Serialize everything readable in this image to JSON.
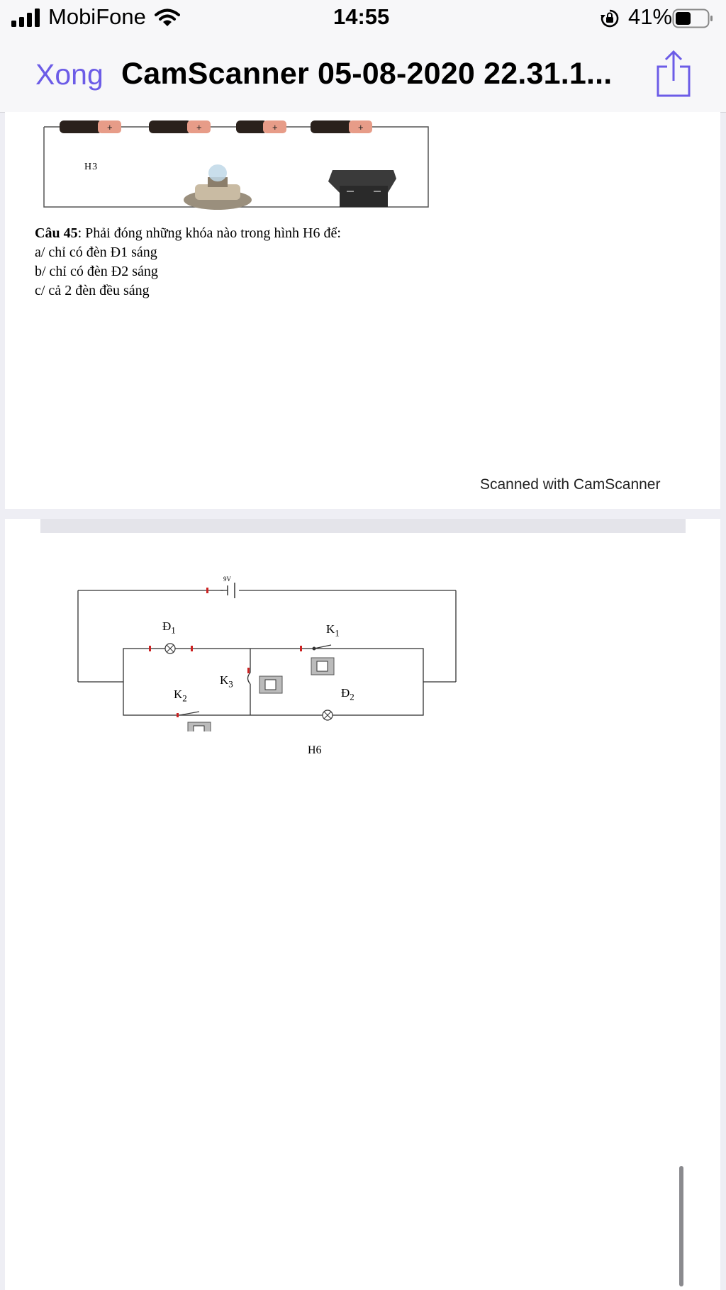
{
  "status_bar": {
    "carrier": "MobiFone",
    "time": "14:55",
    "battery_percent": "41%",
    "icons": [
      "signal-bars-icon",
      "wifi-icon",
      "orientation-lock-icon",
      "battery-icon"
    ]
  },
  "nav_bar": {
    "done_label": "Xong",
    "title": "CamScanner 05-08-2020 22.31.1...",
    "share_icon": "share-icon",
    "accent_color": "#6c5ce7"
  },
  "page1": {
    "figure_label": "H3",
    "question": {
      "number": "Câu 45",
      "text": ": Phải đóng những khóa nào trong hình H6 để:",
      "options": [
        "a/ chỉ có đèn Đ1 sáng",
        "b/ chỉ có đèn Đ2 sáng",
        "c/ cả 2 đèn đều sáng"
      ]
    },
    "watermark": "Scanned with CamScanner"
  },
  "page2": {
    "figure_label": "H6",
    "battery_label": "9V",
    "d1": {
      "letter": "Đ",
      "sub": "1"
    },
    "d2": {
      "letter": "Đ",
      "sub": "2"
    },
    "k1": {
      "letter": "K",
      "sub": "1"
    },
    "k2": {
      "letter": "K",
      "sub": "2"
    },
    "k3": {
      "letter": "K",
      "sub": "3"
    }
  }
}
